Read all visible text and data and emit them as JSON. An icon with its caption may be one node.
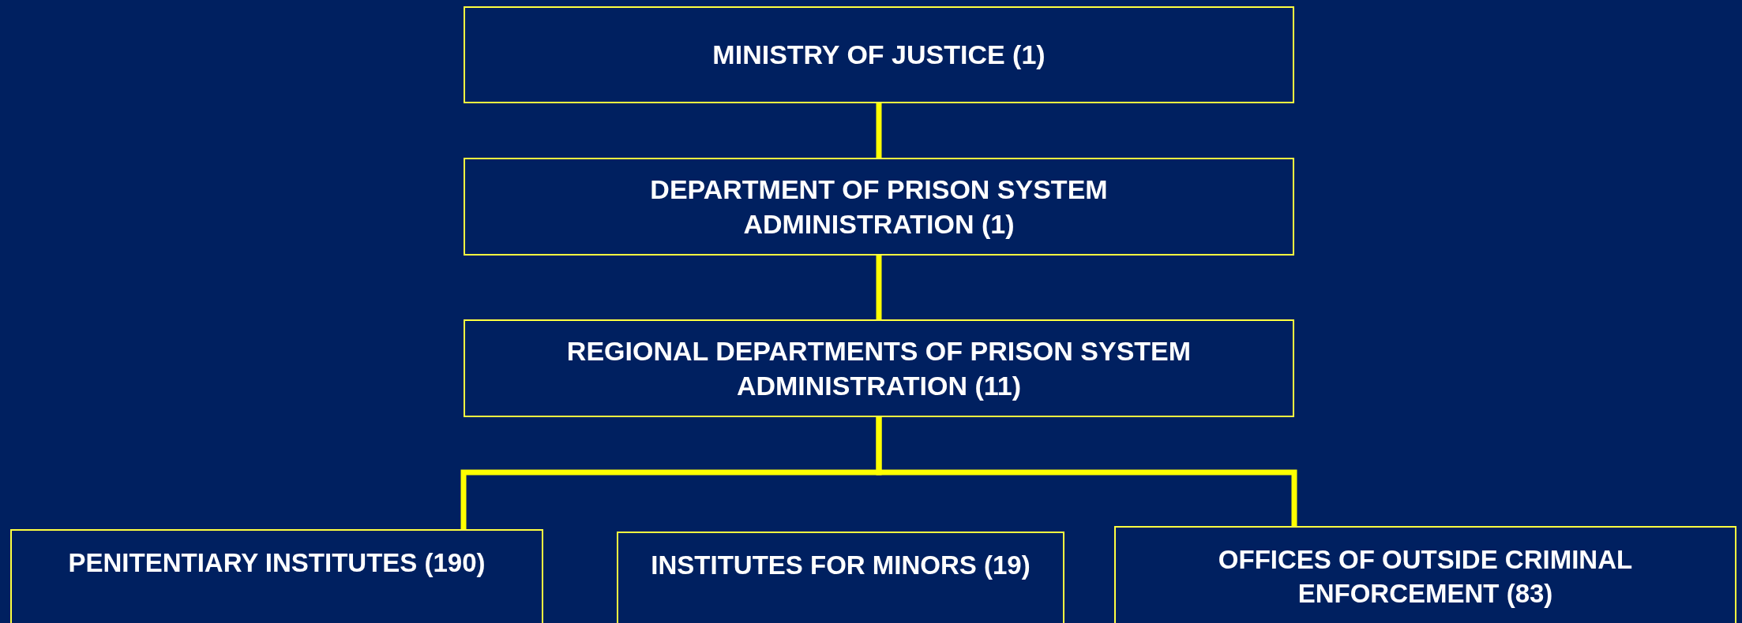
{
  "diagram": {
    "nodes": [
      {
        "text": [
          "MINISTRY OF JUSTICE (1)"
        ]
      },
      {
        "text": [
          "DEPARTMENT OF PRISON SYSTEM ADMINISTRATION (1)"
        ]
      },
      {
        "text": [
          "REGIONAL DEPARTMENTS OF PRISON SYSTEM ADMINISTRATION (11)"
        ]
      },
      {
        "text": [
          "PENITENTIARY INSTITUTES (190)"
        ]
      },
      {
        "text": [
          "INSTITUTES FOR MINORS (19)"
        ]
      },
      {
        "text": [
          "OFFICES OF OUTSIDE CRIMINAL ENFORCEMENT (83)"
        ]
      }
    ],
    "edges": [
      {
        "from": 0,
        "to": 1,
        "arrow": "none"
      },
      {
        "from": 1,
        "to": 2,
        "arrow": "none"
      },
      {
        "from": 2,
        "to": 3,
        "arrow": "none"
      },
      {
        "from": 2,
        "to": 5,
        "arrow": "none"
      }
    ]
  }
}
